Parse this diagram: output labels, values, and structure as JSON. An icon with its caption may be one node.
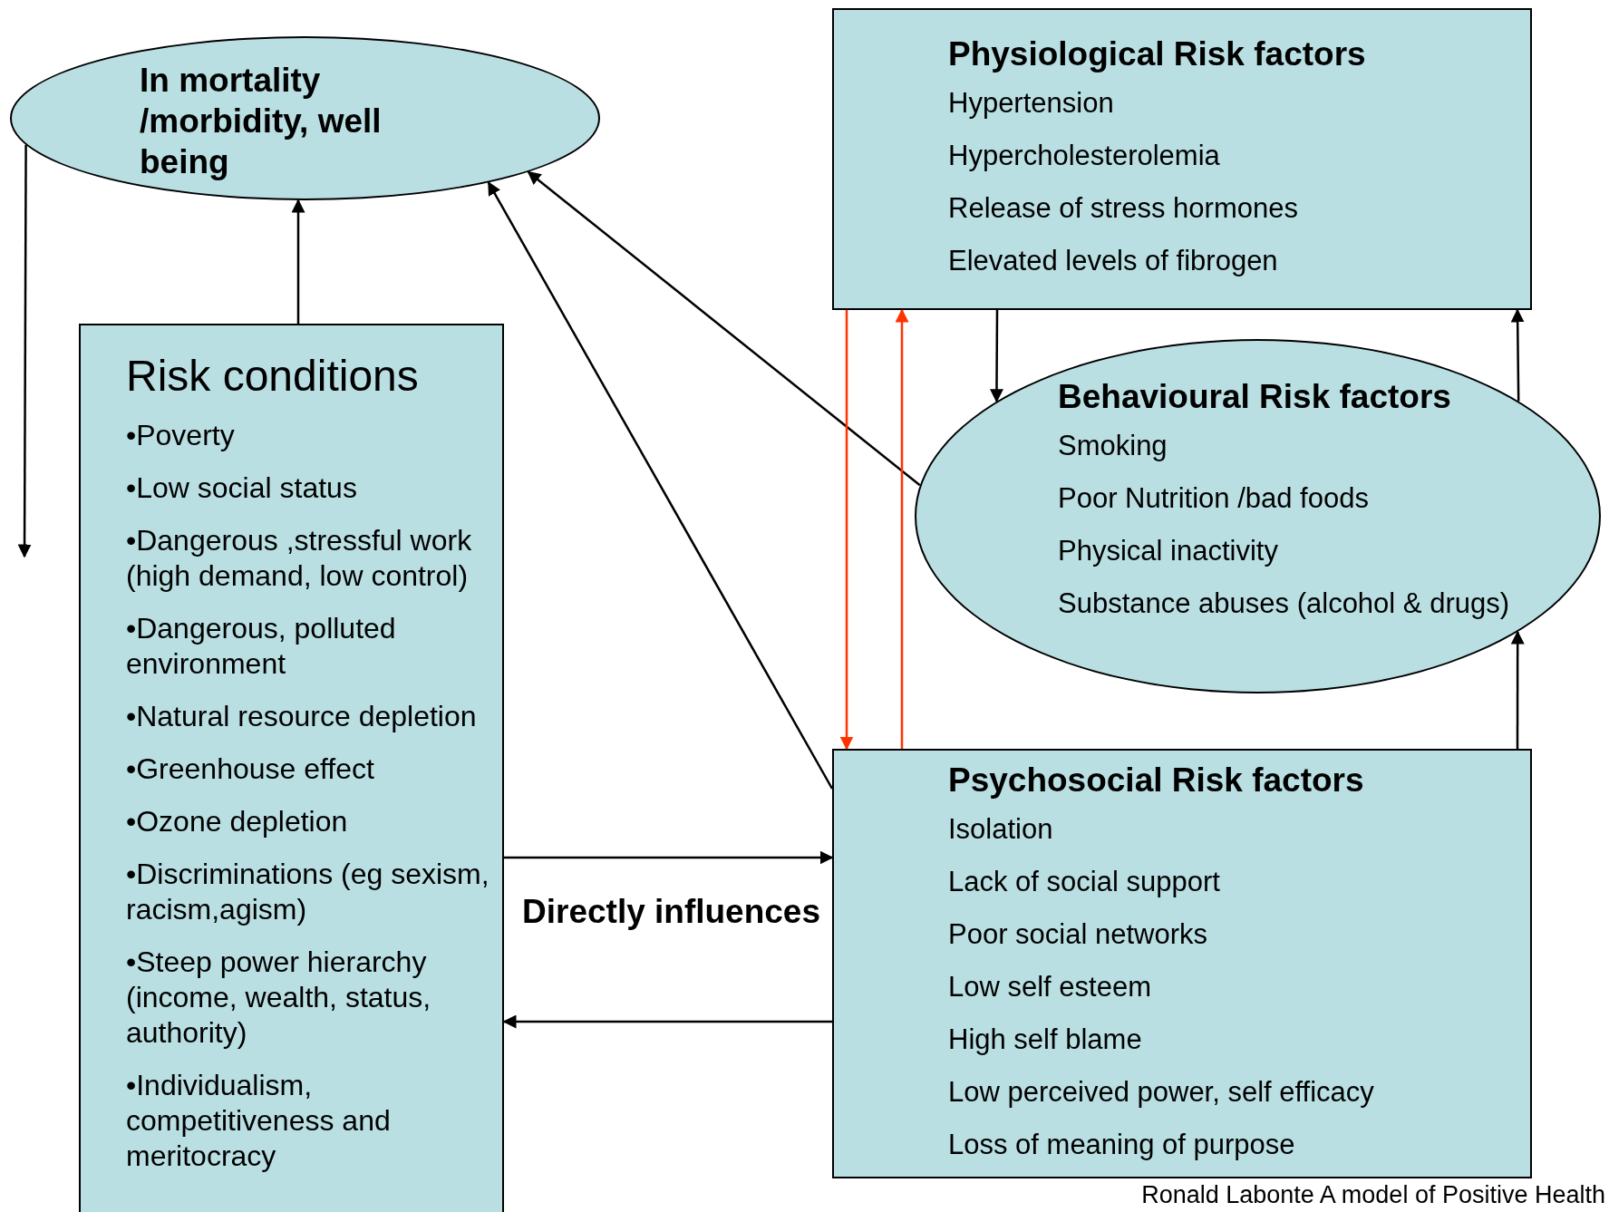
{
  "diagram": {
    "caption": "Ronald Labonte A model of Positive Health",
    "nodes": [
      {
        "text": [
          "In mortality /morbidity, well being"
        ]
      },
      {
        "text": [
          "Risk conditions",
          "•Poverty",
          "•Low social status",
          "•Dangerous ,stressful work (high demand, low control)",
          "•Dangerous, polluted environment",
          "•Natural resource depletion",
          "•Greenhouse effect",
          "•Ozone depletion",
          "•Discriminations (eg sexism, racism,agism)",
          "•Steep power hierarchy (income, wealth, status, authority)",
          "•Individualism, competitiveness and meritocracy"
        ]
      },
      {
        "text": [
          "Physiological Risk factors",
          "Hypertension",
          "Hypercholesterolemia",
          "Release of stress hormones",
          "Elevated levels of fibrogen"
        ]
      },
      {
        "text": [
          "Behavioural Risk factors",
          "Smoking",
          "Poor Nutrition /bad foods",
          "Physical inactivity",
          "Substance abuses (alcohol & drugs)"
        ]
      },
      {
        "text": [
          "Psychosocial Risk factors",
          "Isolation",
          "Lack of social support",
          "Poor social networks",
          "Low self esteem",
          "High self blame",
          "Low perceived power, self efficacy",
          "Loss of meaning of purpose"
        ]
      }
    ],
    "edges": [
      {
        "from": 1,
        "to": 0,
        "arrow": "to"
      },
      {
        "from": 4,
        "to": 0,
        "arrow": "to"
      },
      {
        "from": 3,
        "to": 0,
        "arrow": "to"
      },
      {
        "from": 0,
        "to": null,
        "arrow": "to"
      },
      {
        "from": 2,
        "to": 4,
        "arrow": "to",
        "color": "#ff3300"
      },
      {
        "from": 4,
        "to": 2,
        "arrow": "to",
        "color": "#ff3300"
      },
      {
        "from": 2,
        "to": 3,
        "arrow": "to"
      },
      {
        "from": 3,
        "to": 2,
        "arrow": "to"
      },
      {
        "from": 4,
        "to": 3,
        "arrow": "to"
      },
      {
        "from": 1,
        "to": 4,
        "arrow": "to"
      },
      {
        "from": 4,
        "to": 1,
        "arrow": "to"
      }
    ],
    "labels": [
      "Directly influences"
    ]
  }
}
